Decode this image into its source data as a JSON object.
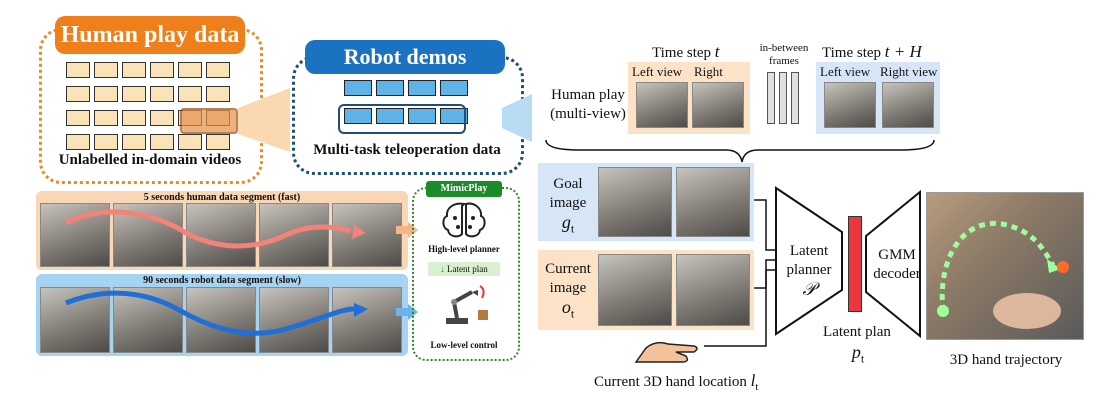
{
  "human_play": {
    "title": "Human play data",
    "caption": "Unlabelled in-domain videos"
  },
  "robot_demos": {
    "title": "Robot demos",
    "caption": "Multi-task teleoperation data"
  },
  "segments": {
    "human": "5 seconds human data segment (fast)",
    "robot": "90 seconds robot data segment (slow)"
  },
  "mimicplay": {
    "title": "MimicPlay",
    "high_level": "High-level planner",
    "latent_plan": "Latent plan",
    "low_level": "Low-level control"
  },
  "timesteps": {
    "t_label": "Time step",
    "t_sym": "t",
    "tH_label": "Time step",
    "tH_sym": "t + H",
    "left_view": "Left view",
    "right_view": "Right view",
    "left_view2": "Left view",
    "right_view2": "Right view",
    "between_1": "in-between",
    "between_2": "frames",
    "human_play_1": "Human play",
    "human_play_2": "(multi-view)"
  },
  "inputs": {
    "goal_1": "Goal",
    "goal_2": "image",
    "goal_sym": "g",
    "goal_sub": "t",
    "current_1": "Current",
    "current_2": "image",
    "current_sym": "o",
    "current_sub": "t",
    "hand_loc": "Current 3D hand location",
    "hand_sym": "l",
    "hand_sub": "t"
  },
  "model": {
    "latent_planner_1": "Latent",
    "latent_planner_2": "planner",
    "planner_sym": "𝒫",
    "gmm_1": "GMM",
    "gmm_2": "decoder",
    "latent_plan": "Latent plan",
    "plan_sym": "p",
    "plan_sub": "t",
    "trajectory": "3D hand trajectory"
  },
  "colors": {
    "orange": "#ef7f1a",
    "blue": "#1a72c1",
    "green": "#1b8a2a",
    "red": "#e8383d"
  }
}
